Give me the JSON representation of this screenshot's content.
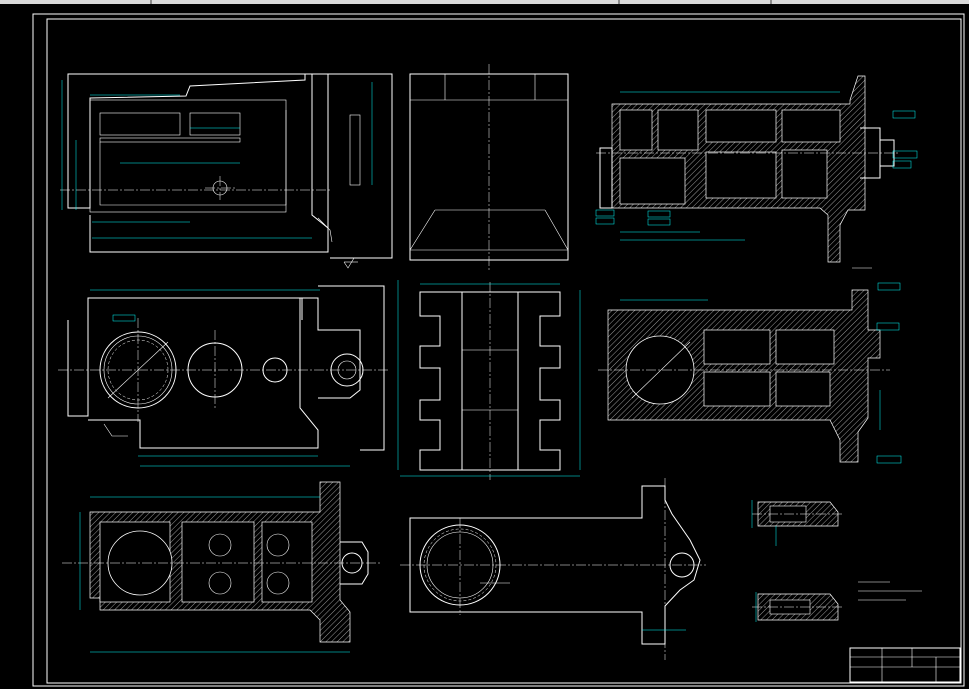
{
  "drawing": {
    "background": "#000000",
    "line_color": "#ffffff",
    "dimension_color": "#00ffff",
    "views": [
      {
        "id": "elevation-view"
      },
      {
        "id": "end-view"
      },
      {
        "id": "section-c-c"
      },
      {
        "id": "plan-view"
      },
      {
        "id": "side-detail-view"
      },
      {
        "id": "section-b-b"
      },
      {
        "id": "section-a-a"
      },
      {
        "id": "bottom-view"
      },
      {
        "id": "detail-section-1"
      },
      {
        "id": "detail-section-2"
      }
    ],
    "title_block": {
      "cells": [
        "",
        "",
        "",
        ""
      ]
    },
    "notes": [
      "",
      "",
      ""
    ]
  }
}
